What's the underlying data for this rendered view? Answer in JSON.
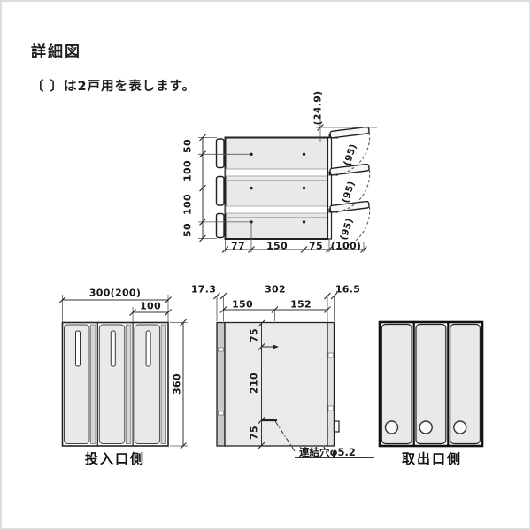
{
  "title": "詳細図",
  "note": "〔 〕は2戸用を表します。",
  "top_view": {
    "overhang_dim": "(24.9)",
    "left_dims": [
      "50",
      "100",
      "100",
      "50"
    ],
    "bottom_dims": [
      "77",
      "150",
      "75",
      "(100)"
    ],
    "door_open_angles": [
      "(95)",
      "(95)",
      "(95)"
    ]
  },
  "front_view": {
    "caption": "投入口側",
    "total_width_dim": "300(200)",
    "unit_width_dim": "100",
    "height_dim": "360"
  },
  "side_view": {
    "front_margin_dim": "17.3",
    "body_depth_dim": "302",
    "rear_margin_dim": "16.5",
    "front_half_dim": "150",
    "rear_half_dim": "152",
    "upper_hole_dim": "75",
    "hole_pitch_dim": "210",
    "lower_hole_dim": "75",
    "hole_label": "連結穴φ5.2"
  },
  "rear_view": {
    "caption": "取出口側"
  }
}
